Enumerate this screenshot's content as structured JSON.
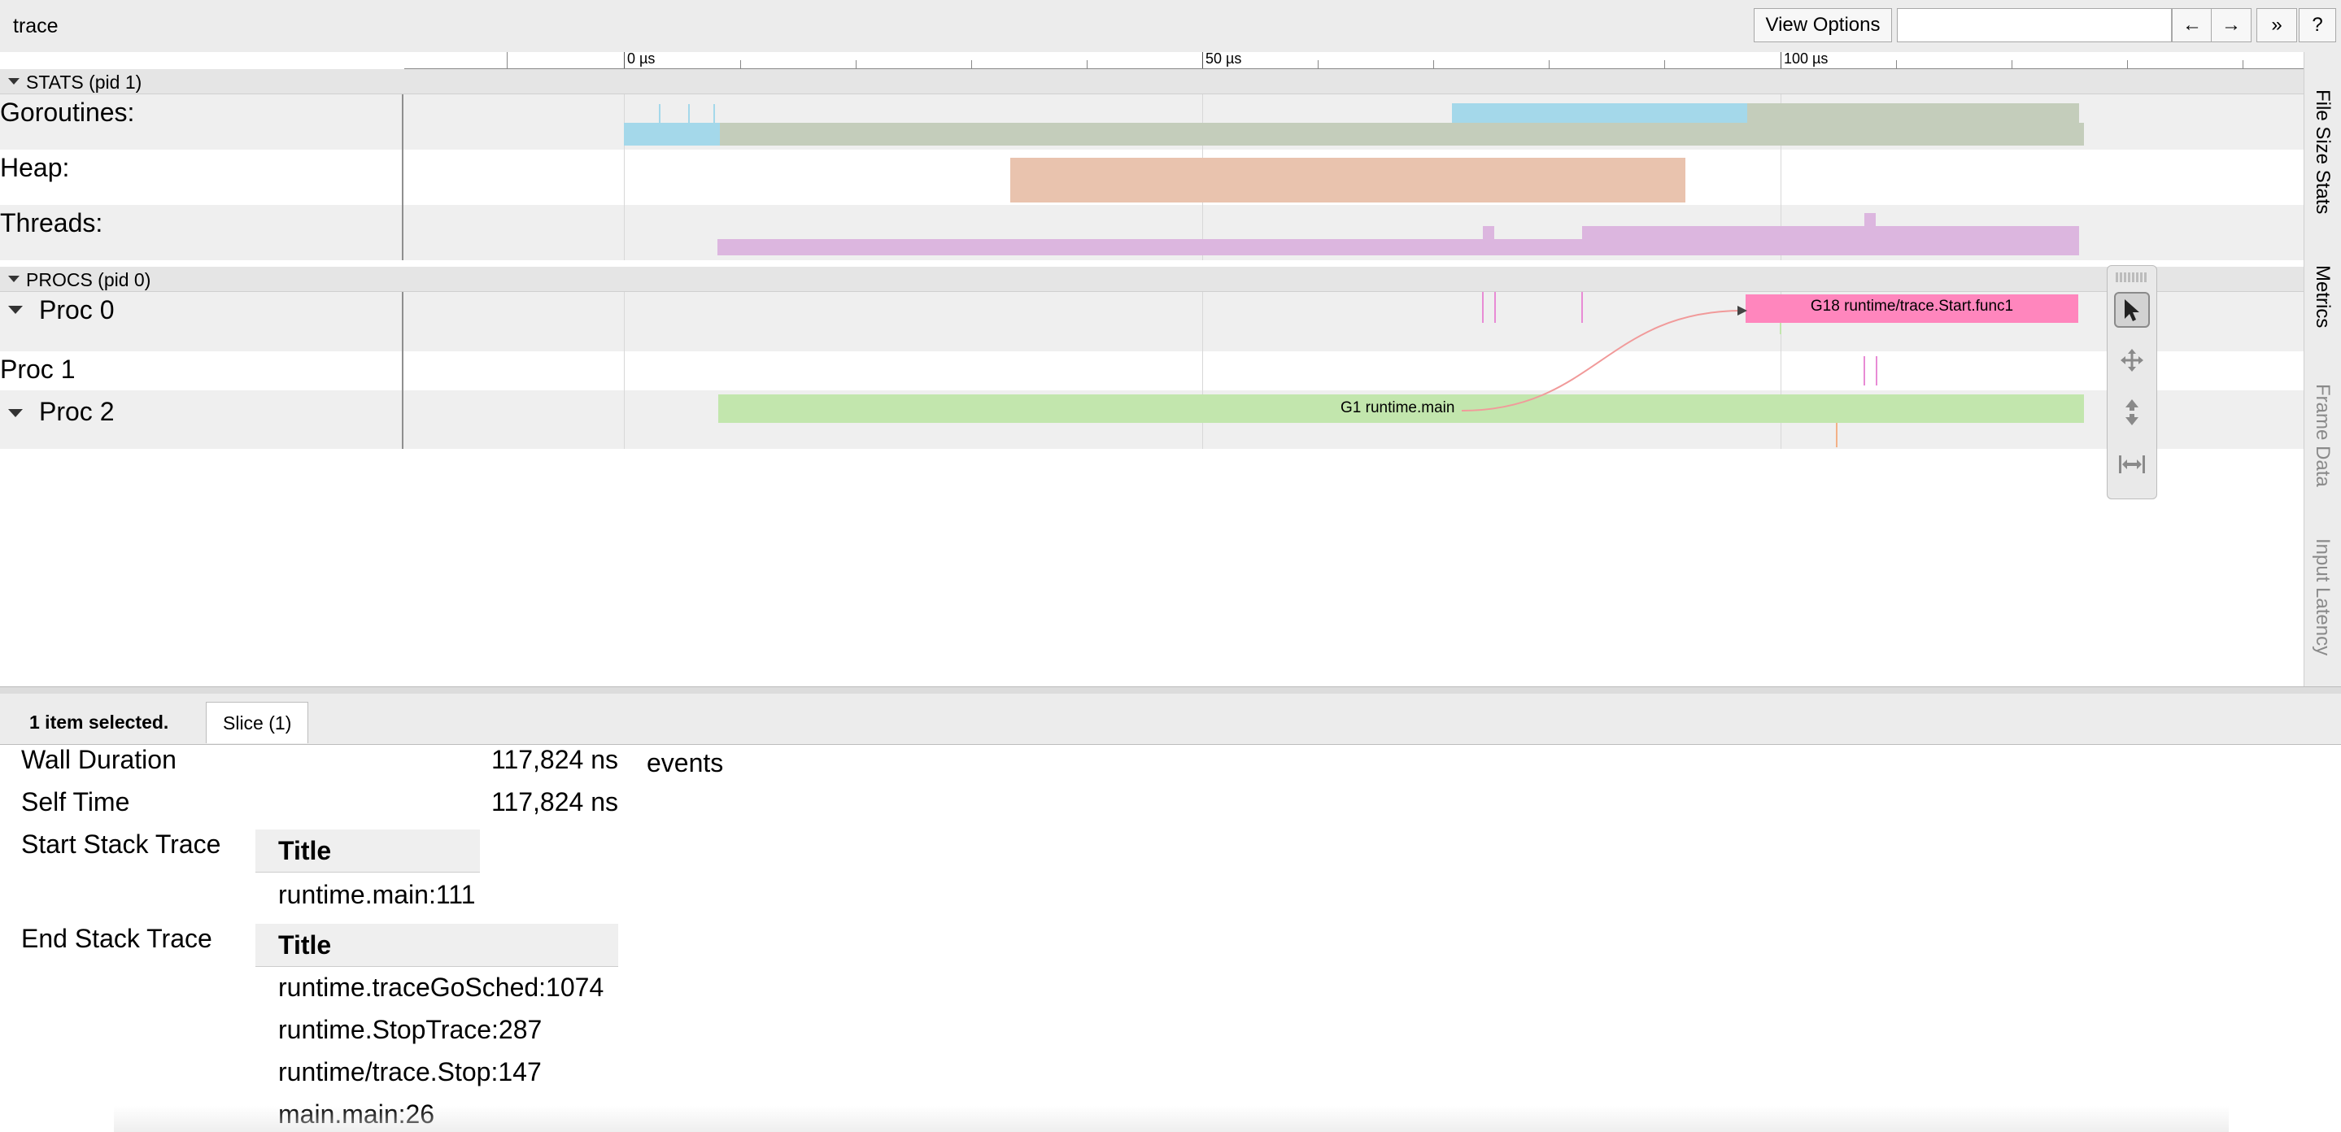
{
  "app": {
    "title": "trace"
  },
  "toolbar": {
    "view_options_label": "View Options",
    "search_value": "",
    "prev_label": "←",
    "next_label": "→",
    "more_label": "»",
    "help_label": "?"
  },
  "ruler": {
    "ticks": [
      "0 µs",
      "50 µs",
      "100 µs"
    ]
  },
  "sections": {
    "stats": "STATS (pid 1)",
    "procs": "PROCS (pid 0)"
  },
  "tracks": {
    "goroutines": "Goroutines:",
    "heap": "Heap:",
    "threads": "Threads:",
    "proc0": "Proc 0",
    "proc1": "Proc 1",
    "proc2": "Proc 2"
  },
  "slices": {
    "g18": "G18 runtime/trace.Start.func1",
    "g1": "G1 runtime.main"
  },
  "side_tabs": [
    "File Size Stats",
    "Metrics",
    "Frame Data",
    "Input Latency"
  ],
  "mouse_modes": [
    "selection-icon",
    "pan-icon",
    "zoom-icon",
    "timing-icon"
  ],
  "analysis": {
    "selected_text": "1 item selected.",
    "tab_label": "Slice (1)",
    "wall_duration_label": "Wall Duration",
    "wall_duration_value": "117,824 ns",
    "self_time_label": "Self Time",
    "self_time_value": "117,824 ns",
    "events_label": "events",
    "start_stack_label": "Start Stack Trace",
    "start_stack_header": "Title",
    "start_stack": [
      "runtime.main:111"
    ],
    "end_stack_label": "End Stack Trace",
    "end_stack_header": "Title",
    "end_stack": [
      "runtime.traceGoSched:1074",
      "runtime.StopTrace:287",
      "runtime/trace.Stop:147",
      "main.main:26"
    ]
  },
  "colors": {
    "runnable": "#a4d8ea",
    "running": "#c4cdbb",
    "heap": "#e9c3ae",
    "threads": "#dcb6df",
    "g18": "#ff86bd",
    "g1": "#c2e6ad",
    "flow_arrow": "#f19a9a"
  }
}
